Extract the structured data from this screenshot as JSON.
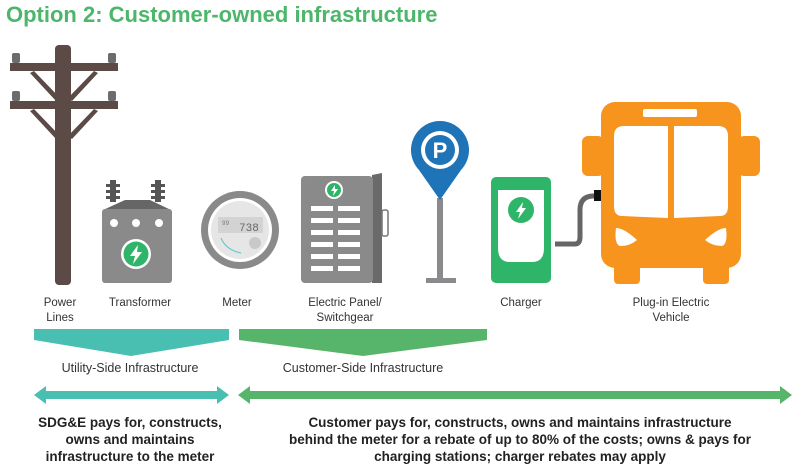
{
  "title": "Option 2: Customer-owned infrastructure",
  "colors": {
    "title_green": "#4cb66a",
    "utility_teal": "#49bfb2",
    "customer_green": "#57b56b",
    "pole_brown": "#5b4a45",
    "equipment_gray": "#8a8a8a",
    "parking_blue": "#1f73b7",
    "charger_green": "#2fb56a",
    "bus_orange": "#f7941d"
  },
  "components": [
    {
      "id": "power-lines",
      "label_line1": "Power",
      "label_line2": "Lines",
      "icon": "utility-pole-icon"
    },
    {
      "id": "transformer",
      "label_line1": "Transformer",
      "icon": "transformer-icon"
    },
    {
      "id": "meter",
      "label_line1": "Meter",
      "icon": "electric-meter-icon",
      "readout_small": "99",
      "readout": "738"
    },
    {
      "id": "electric-panel",
      "label_line1": "Electric Panel/",
      "label_line2": "Switchgear",
      "icon": "electric-panel-icon"
    },
    {
      "id": "parking",
      "icon": "parking-sign-icon",
      "glyph": "P"
    },
    {
      "id": "charger",
      "label_line1": "Charger",
      "icon": "ev-charger-icon"
    },
    {
      "id": "vehicle",
      "label_line1": "Plug-in Electric",
      "label_line2": "Vehicle",
      "icon": "electric-bus-icon"
    }
  ],
  "bands": {
    "utility": "Utility-Side Infrastructure",
    "customer": "Customer-Side Infrastructure"
  },
  "descriptions": {
    "utility": [
      "SDG&E pays for, constructs,",
      "owns and maintains",
      "infrastructure to the meter"
    ],
    "customer": [
      "Customer pays for, constructs, owns and maintains infrastructure",
      "behind the meter for a rebate of up to 80% of the costs; owns & pays for",
      "charging stations; charger rebates may apply"
    ]
  }
}
